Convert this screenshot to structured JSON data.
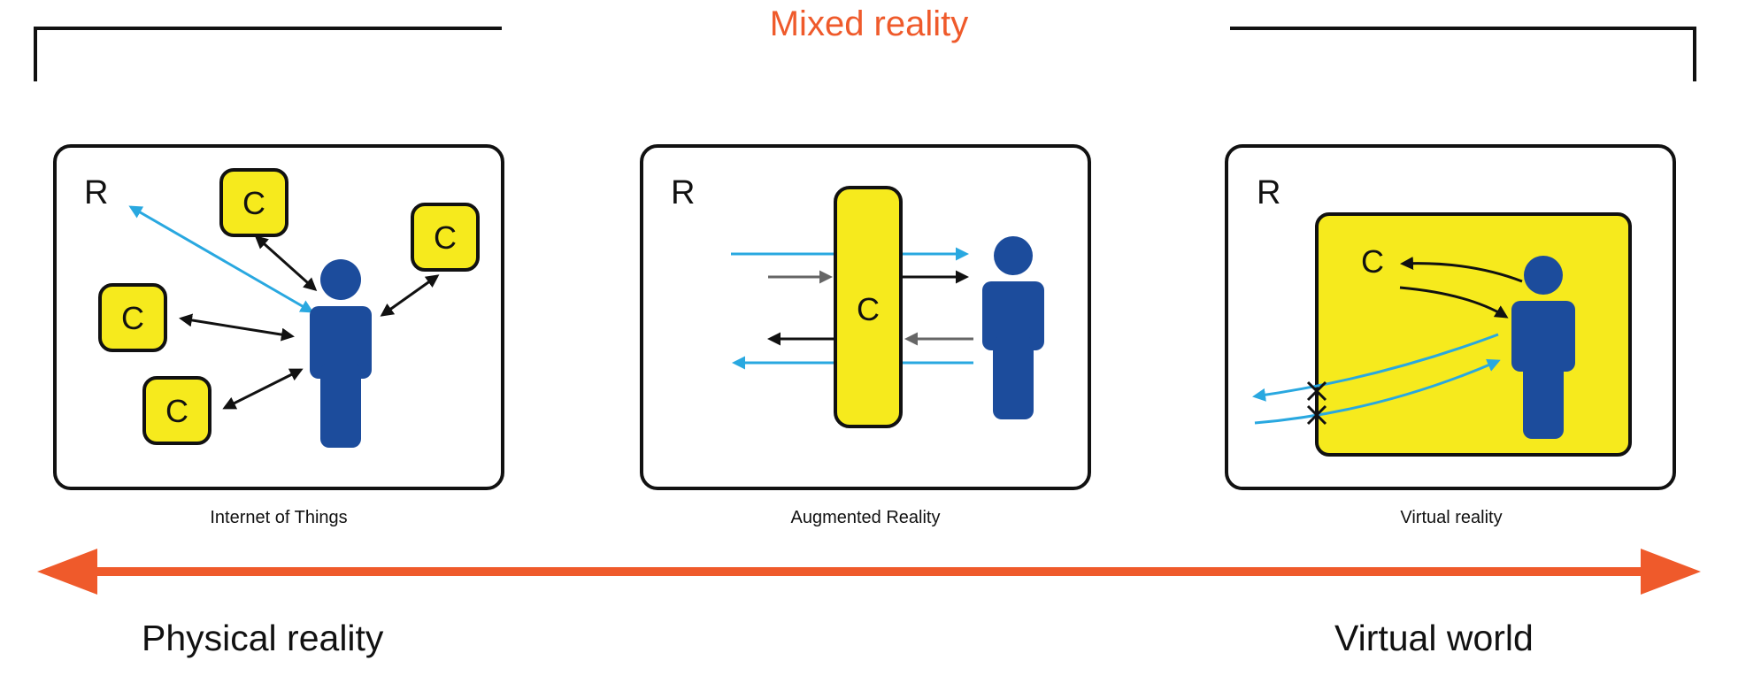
{
  "title": "Mixed reality",
  "colors": {
    "accent": "#ef5a2b",
    "person": "#1c4c9c",
    "computer": "#f6ea1d",
    "signal": "#29a8e0",
    "frame": "#111111"
  },
  "panels": [
    {
      "caption": "Internet of Things",
      "real_label": "R",
      "computer_label": "C"
    },
    {
      "caption": "Augmented Reality",
      "real_label": "R",
      "computer_label": "C"
    },
    {
      "caption": "Virtual reality",
      "real_label": "R",
      "computer_label": "C"
    }
  ],
  "axis": {
    "left_label": "Physical reality",
    "right_label": "Virtual world"
  }
}
